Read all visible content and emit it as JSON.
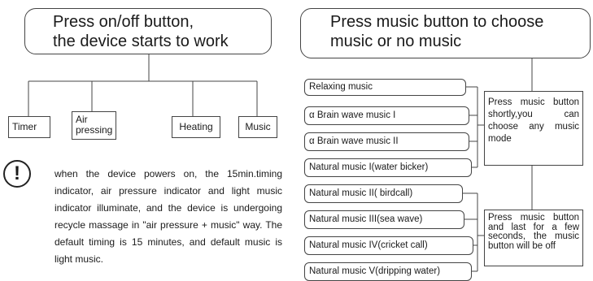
{
  "left_panel": {
    "title_line1": "Press on/off button,",
    "title_line2": "the device starts to work",
    "functions": [
      {
        "label": "Timer"
      },
      {
        "label": "Air\npressing"
      },
      {
        "label": "Heating"
      },
      {
        "label": "Music"
      }
    ],
    "warning_icon": "exclamation-circle-icon",
    "description": "when the device powers on, the 15min.timing indicator, air pressure indicator and light music indicator illuminate, and the device is undergoing recycle massage in \"air pressure + music\" way. The default timing is 15 minutes, and default music is light music."
  },
  "right_panel": {
    "title_line1": "Press music button to choose",
    "title_line2": "music or no music",
    "music_options": [
      "Relaxing music",
      "α Brain wave music I",
      "α Brain wave music II",
      "Natural music I(water bicker)",
      "Natural music II( birdcall)",
      "Natural music III(sea wave)",
      "Natural music IV(cricket call)",
      "Natural music V(dripping water)"
    ],
    "note_short_press": "Press music button shortly,you can choose any music mode",
    "note_long_press": "Press music button and last for a few seconds, the music button will be off"
  }
}
